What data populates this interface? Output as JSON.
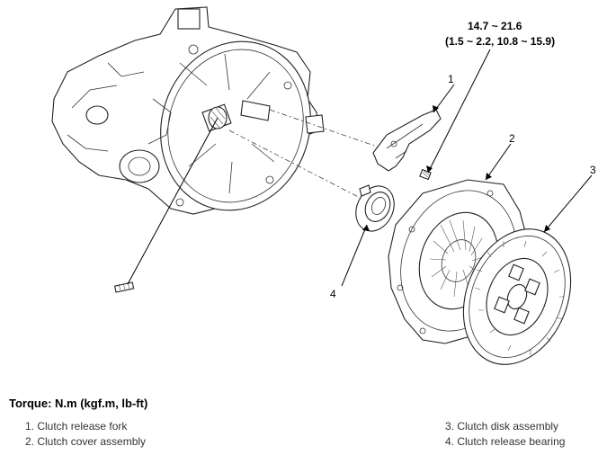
{
  "torque_spec": {
    "line1": "14.7 ~ 21.6",
    "line2": "(1.5 ~ 2.2, 10.8 ~ 15.9)"
  },
  "callouts": {
    "c1": "1",
    "c2": "2",
    "c3": "3",
    "c4": "4"
  },
  "legend": {
    "title": "Torque: N.m (kgf.m, lb-ft)",
    "items": [
      "1. Clutch release fork",
      "2. Clutch cover assembly",
      "3. Clutch disk assembly",
      "4. Clutch release bearing"
    ]
  }
}
